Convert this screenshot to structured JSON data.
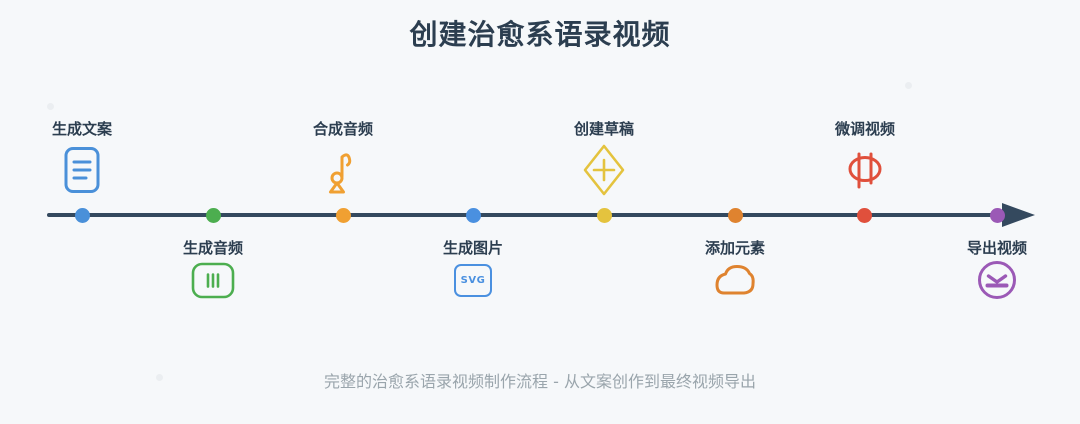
{
  "title": "创建治愈系语录视频",
  "caption": "完整的治愈系语录视频制作流程 - 从文案创作到最终视频导出",
  "colors": {
    "background": "#f6f8fa",
    "line": "#34495e",
    "title": "#2c3e50",
    "caption": "#9aa5ac"
  },
  "steps": [
    {
      "label": "生成文案",
      "side": "top",
      "color": "#4a90d9",
      "icon": "document-icon"
    },
    {
      "label": "生成音频",
      "side": "bottom",
      "color": "#4cae4f",
      "icon": "audio-bars-icon"
    },
    {
      "label": "合成音频",
      "side": "top",
      "color": "#f0a032",
      "icon": "music-note-icon"
    },
    {
      "label": "生成图片",
      "side": "bottom",
      "color": "#4a90e0",
      "icon": "svg-badge-icon",
      "badge": "SVG"
    },
    {
      "label": "创建草稿",
      "side": "top",
      "color": "#e4c33e",
      "icon": "diamond-plus-icon"
    },
    {
      "label": "添加元素",
      "side": "bottom",
      "color": "#df832f",
      "icon": "blob-sticker-icon"
    },
    {
      "label": "微调视频",
      "side": "top",
      "color": "#e0503c",
      "icon": "tune-filter-icon"
    },
    {
      "label": "导出视频",
      "side": "bottom",
      "color": "#9b59b6",
      "icon": "export-circle-icon"
    }
  ]
}
